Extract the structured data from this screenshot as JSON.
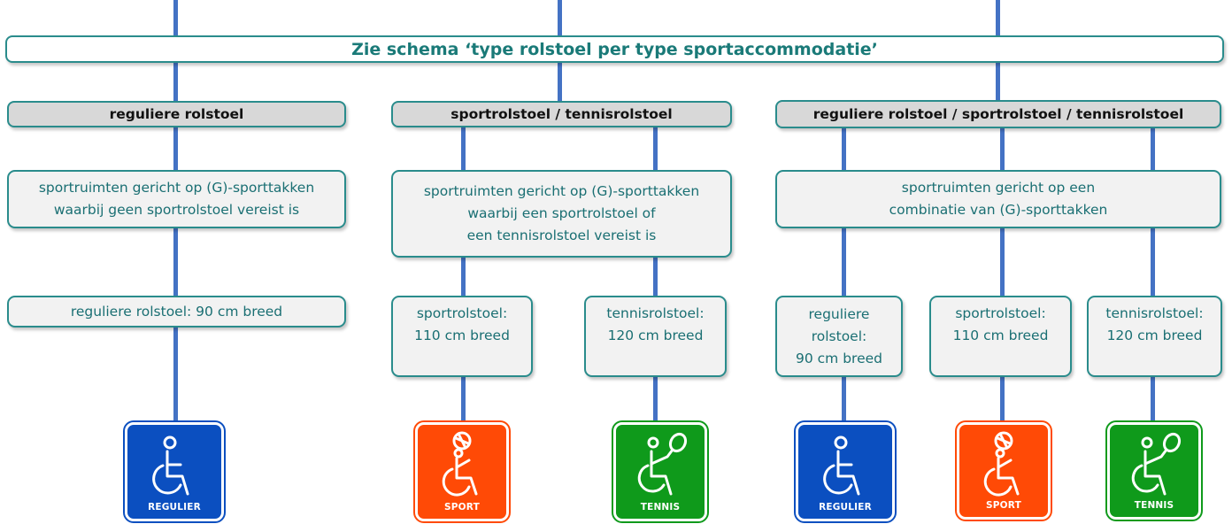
{
  "banner": {
    "text": "Zie schema ‘type rolstoel per type sportaccommodatie’"
  },
  "columns": [
    {
      "header": "reguliere rolstoel",
      "description": "sportruimten gericht op (G)-sporttakken\nwaarbij geen sportrolstoel vereist is",
      "options": [
        {
          "text": "reguliere rolstoel: 90 cm breed",
          "icon": "wheelchair-icon",
          "icon_label": "REGULIER",
          "color": "#0b4fc0"
        }
      ]
    },
    {
      "header": "sportrolstoel / tennisrolstoel",
      "description": "sportruimten gericht op (G)-sporttakken\nwaarbij een sportrolstoel of\neen tennisrolstoel vereist is",
      "options": [
        {
          "text": "sportrolstoel:\n110 cm breed",
          "icon": "sport-wheelchair-icon",
          "icon_label": "SPORT",
          "color": "#ff4a06"
        },
        {
          "text": "tennisrolstoel:\n120 cm breed",
          "icon": "tennis-wheelchair-icon",
          "icon_label": "TENNIS",
          "color": "#0f9a1b"
        }
      ]
    },
    {
      "header": "reguliere rolstoel / sportrolstoel / tennisrolstoel",
      "description": "sportruimten gericht op een\ncombinatie van (G)-sporttakken",
      "options": [
        {
          "text": "reguliere\nrolstoel:\n90 cm breed",
          "icon": "wheelchair-icon",
          "icon_label": "REGULIER",
          "color": "#0b4fc0"
        },
        {
          "text": "sportrolstoel:\n110 cm breed",
          "icon": "sport-wheelchair-icon",
          "icon_label": "SPORT",
          "color": "#ff4a06"
        },
        {
          "text": "tennisrolstoel:\n120 cm breed",
          "icon": "tennis-wheelchair-icon",
          "icon_label": "TENNIS",
          "color": "#0f9a1b"
        }
      ]
    }
  ]
}
